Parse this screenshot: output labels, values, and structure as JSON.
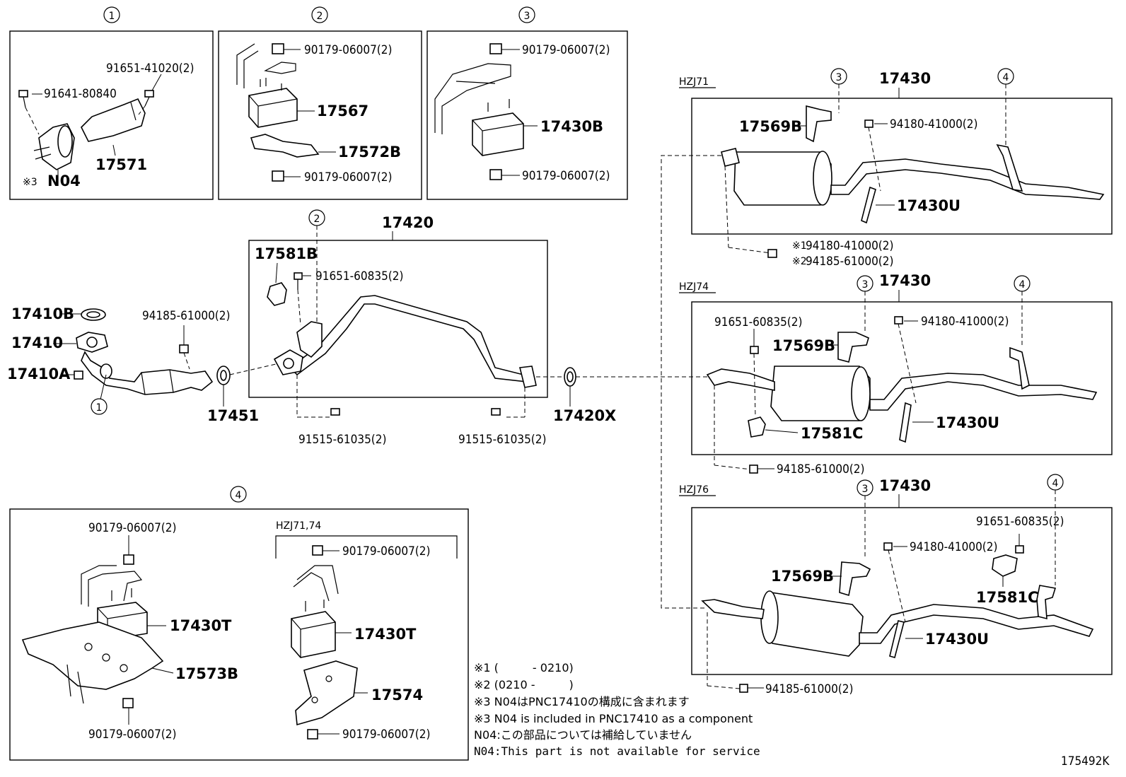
{
  "callouts": {
    "c1": "1",
    "c2": "2",
    "c3": "3",
    "c4": "4"
  },
  "box1": {
    "p1": "91651-41020(2)",
    "p2": "91641-80840",
    "p3": "17571",
    "p4": "※3",
    "p5": "N04"
  },
  "box2": {
    "p1": "90179-06007(2)",
    "p2": "17567",
    "p3": "17572B",
    "p4": "90179-06007(2)"
  },
  "box3": {
    "p1": "90179-06007(2)",
    "p2": "17430B",
    "p3": "90179-06007(2)"
  },
  "center": {
    "title": "17420",
    "p17581B": "17581B",
    "p91651": "91651-60835(2)",
    "p17410B": "17410B",
    "p17410": "17410",
    "p17410A": "17410A",
    "p94185": "94185-61000(2)",
    "p17451": "17451",
    "p17420X": "17420X",
    "p91515a": "91515-61035(2)",
    "p91515b": "91515-61035(2)"
  },
  "hzj71": {
    "model": "HZJ71",
    "title": "17430",
    "p17569B": "17569B",
    "p94180": "94180-41000(2)",
    "p17430U": "17430U",
    "n1": "※1",
    "n1v": "94180-41000(2)",
    "n2": "※2",
    "n2v": "94185-61000(2)"
  },
  "hzj74": {
    "model": "HZJ74",
    "title": "17430",
    "p91651": "91651-60835(2)",
    "p94180": "94180-41000(2)",
    "p17569B": "17569B",
    "p17430U": "17430U",
    "p17581C": "17581C",
    "p94185": "94185-61000(2)"
  },
  "hzj76": {
    "model": "HZJ76",
    "title": "17430",
    "p91651": "91651-60835(2)",
    "p94180": "94180-41000(2)",
    "p17569B": "17569B",
    "p17581C": "17581C",
    "p17430U": "17430U",
    "p94185": "94185-61000(2)"
  },
  "box4": {
    "p1": "90179-06007(2)",
    "p2": "17430T",
    "p3": "17573B",
    "p4": "90179-06007(2)",
    "sub": "HZJ71,74",
    "s1": "90179-06007(2)",
    "s2": "17430T",
    "s3": "17574",
    "s4": "90179-06007(2)"
  },
  "notes": {
    "n1": "※1 (　　　- 0210)",
    "n2": "※2 (0210 -　　　)",
    "n3": "※3 N04はPNC17410の構成に含まれます",
    "n4": "※3 N04 is included in PNC17410 as a component",
    "n5": "N04:この部品については補給していません",
    "n6": "N04:This part is not available for service"
  },
  "code": "175492K"
}
